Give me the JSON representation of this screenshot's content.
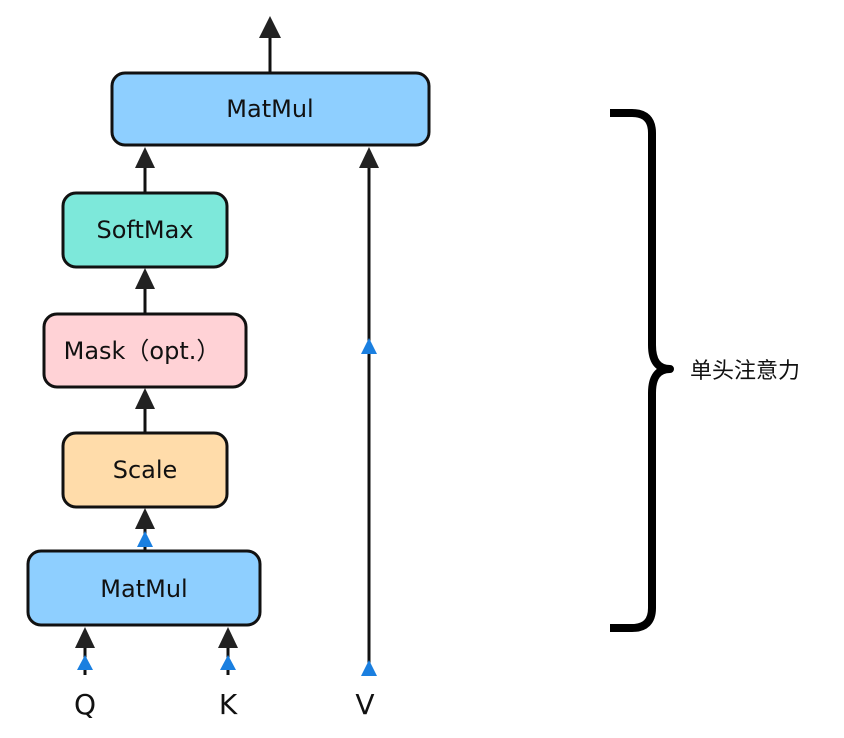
{
  "diagram": {
    "blocks": [
      {
        "id": "matmul-bottom",
        "label": "MatMul",
        "color": "#8ecfff"
      },
      {
        "id": "scale",
        "label": "Scale",
        "color": "#ffdcaa"
      },
      {
        "id": "mask",
        "label": "Mask（opt.）",
        "color": "#ffd2d6"
      },
      {
        "id": "softmax",
        "label": "SoftMax",
        "color": "#7de8da"
      },
      {
        "id": "matmul-top",
        "label": "MatMul",
        "color": "#8ecfff"
      }
    ],
    "inputs": [
      "Q",
      "K",
      "V"
    ],
    "brace_label": "单头注意力",
    "colors": {
      "stroke": "#111111",
      "arrow_black": "#222222",
      "arrow_blue": "#1a7fe0"
    }
  }
}
